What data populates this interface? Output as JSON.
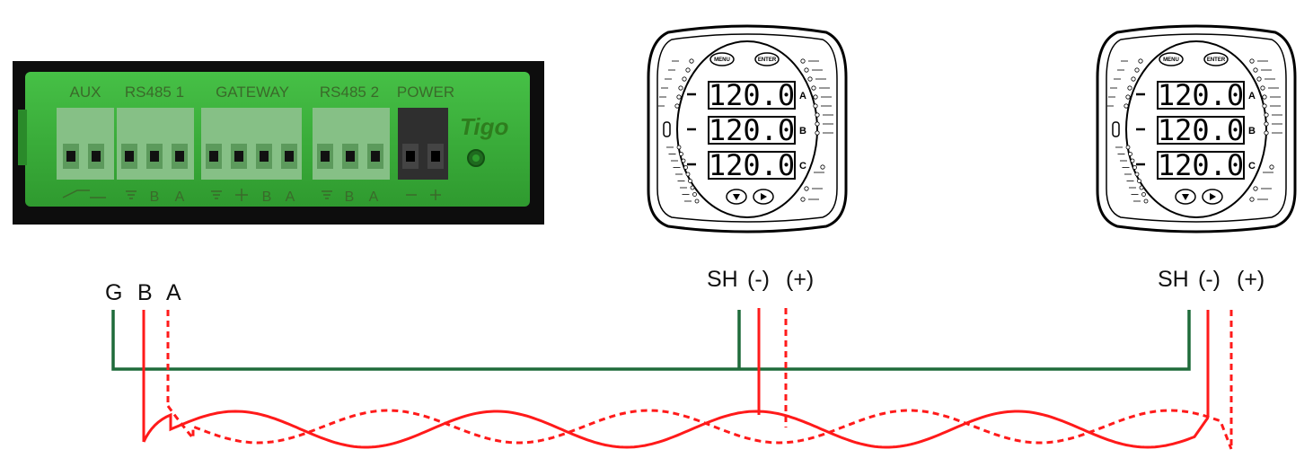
{
  "gateway": {
    "terminal_labels": [
      "AUX",
      "RS485 1",
      "GATEWAY",
      "RS485 2",
      "POWER"
    ],
    "brand": "Tigo",
    "colors": {
      "body": "#3ab53a",
      "terminal": "#7fb77f",
      "power_terminal": "#2f2f2f",
      "frame": "#111111"
    }
  },
  "meters": [
    {
      "readings": [
        "120.0",
        "120.0",
        "120.0"
      ],
      "phases": [
        "A",
        "B",
        "C"
      ],
      "buttons": [
        "MENU",
        "ENTER"
      ]
    },
    {
      "readings": [
        "120.0",
        "120.0",
        "120.0"
      ],
      "phases": [
        "A",
        "B",
        "C"
      ],
      "buttons": [
        "MENU",
        "ENTER"
      ]
    }
  ],
  "wiring": {
    "gateway_labels": [
      "G",
      "B",
      "A"
    ],
    "meter_labels": [
      "SH",
      "(-)",
      "(+)"
    ],
    "colors": {
      "shield": "#1f6b3a",
      "signal": "#ff1a1a"
    }
  }
}
